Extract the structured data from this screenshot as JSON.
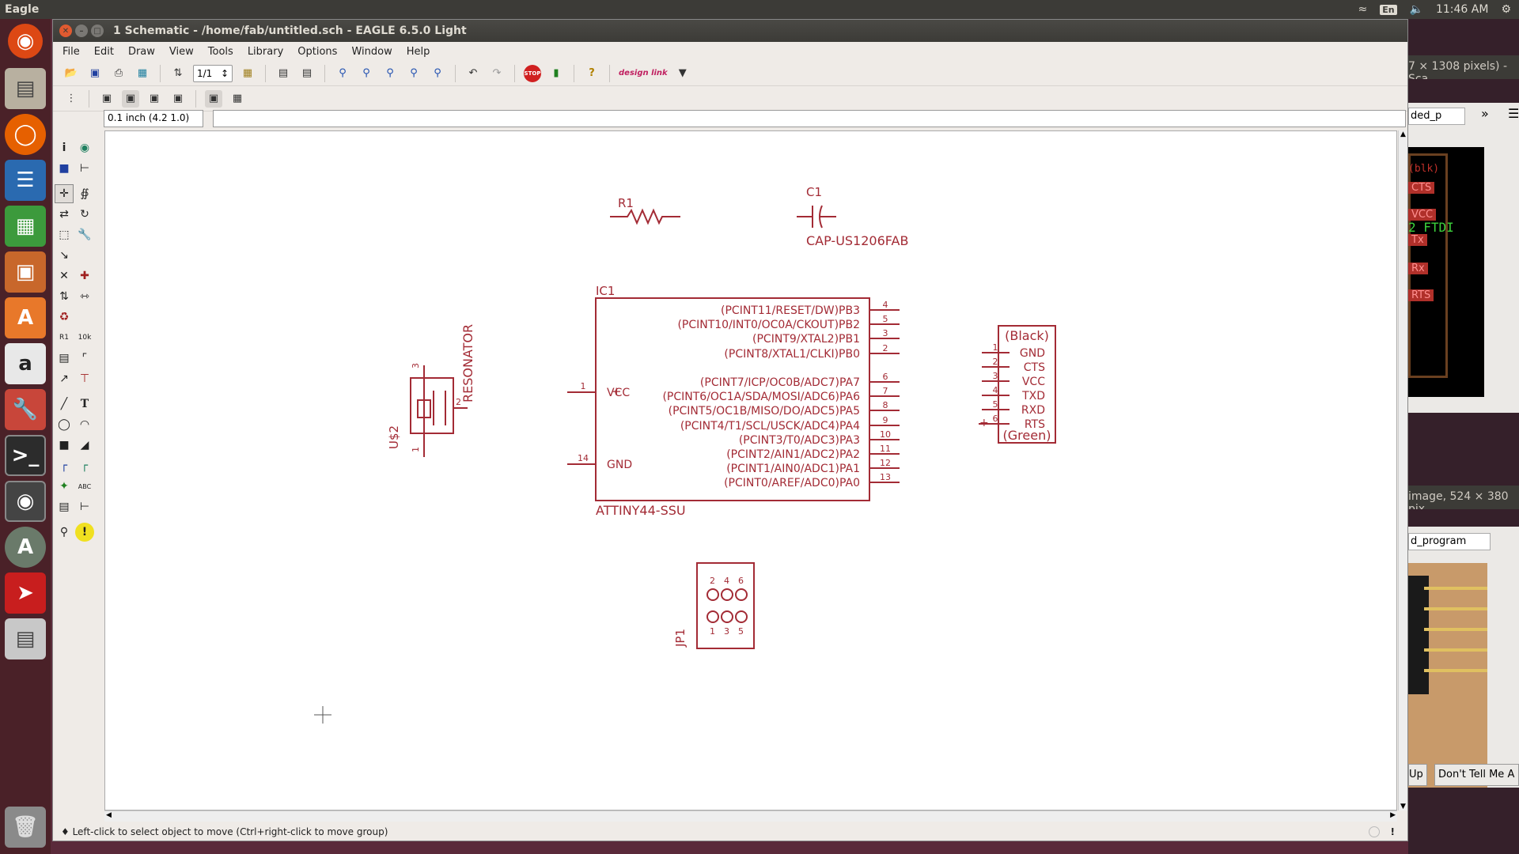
{
  "top_panel": {
    "app_name": "Eagle",
    "keyboard": "En",
    "clock": "11:46 AM"
  },
  "window": {
    "title": "1 Schematic - /home/fab/untitled.sch - EAGLE 6.5.0 Light"
  },
  "menu": [
    "File",
    "Edit",
    "Draw",
    "View",
    "Tools",
    "Library",
    "Options",
    "Window",
    "Help"
  ],
  "toolbar": {
    "sheet": "1/1",
    "design_link": "design link"
  },
  "command_bar": {
    "grid": "0.1 inch (4.2 1.0)",
    "command": ""
  },
  "status": {
    "message": "♦ Left-click to select object to move (Ctrl+right-click to move group)"
  },
  "schematic": {
    "r1": {
      "name": "R1"
    },
    "c1": {
      "name": "C1",
      "value": "CAP-US1206FAB"
    },
    "resonator": {
      "name": "U$2",
      "value": "RESONATOR",
      "pins": [
        "3",
        "1",
        "2"
      ]
    },
    "ic1": {
      "name": "IC1",
      "value": "ATTINY44-SSU",
      "left_pins": [
        {
          "label": "VCC",
          "num": "1"
        },
        {
          "label": "GND",
          "num": "14"
        }
      ],
      "right_pins": [
        {
          "label": "(PCINT11/RESET/DW)PB3",
          "num": "4"
        },
        {
          "label": "(PCINT10/INT0/OC0A/CKOUT)PB2",
          "num": "5"
        },
        {
          "label": "(PCINT9/XTAL2)PB1",
          "num": "3"
        },
        {
          "label": "(PCINT8/XTAL1/CLKI)PB0",
          "num": "2"
        },
        {
          "label": "(PCINT7/ICP/OC0B/ADC7)PA7",
          "num": "6"
        },
        {
          "label": "(PCINT6/OC1A/SDA/MOSI/ADC6)PA6",
          "num": "7"
        },
        {
          "label": "(PCINT5/OC1B/MISO/DO/ADC5)PA5",
          "num": "8"
        },
        {
          "label": "(PCINT4/T1/SCL/USCK/ADC4)PA4",
          "num": "9"
        },
        {
          "label": "(PCINT3/T0/ADC3)PA3",
          "num": "10"
        },
        {
          "label": "(PCINT2/AIN1/ADC2)PA2",
          "num": "11"
        },
        {
          "label": "(PCINT1/AIN0/ADC1)PA1",
          "num": "12"
        },
        {
          "label": "(PCINT0/AREF/ADC0)PA0",
          "num": "13"
        }
      ]
    },
    "ftdi": {
      "top": "(Black)",
      "bottom": "(Green)",
      "pins": [
        {
          "label": "GND",
          "num": "1"
        },
        {
          "label": "CTS",
          "num": "2"
        },
        {
          "label": "VCC",
          "num": "3"
        },
        {
          "label": "TXD",
          "num": "4"
        },
        {
          "label": "RXD",
          "num": "5"
        },
        {
          "label": "RTS",
          "num": "6"
        }
      ]
    },
    "jp1": {
      "name": "JP1",
      "top_nums": [
        "2",
        "4",
        "6"
      ],
      "bottom_nums": [
        "1",
        "3",
        "5"
      ]
    }
  },
  "background": {
    "info1": "7 × 1308 pixels) - Sca",
    "tab1": "ded_p",
    "ftdi_labels": [
      "(blk)",
      "CTS",
      "VCC",
      "Tx",
      "Rx",
      "RTS"
    ],
    "ftdi_title": "2 FTDI",
    "info2": "image, 524 × 380 pix",
    "tab2": "d_program",
    "btn_up": "Up",
    "btn_dont": "Don't Tell Me A"
  },
  "colors": {
    "schematic": "#a32b35",
    "ubuntu_panel": "#3c3b37",
    "launcher": "#4a2128"
  }
}
